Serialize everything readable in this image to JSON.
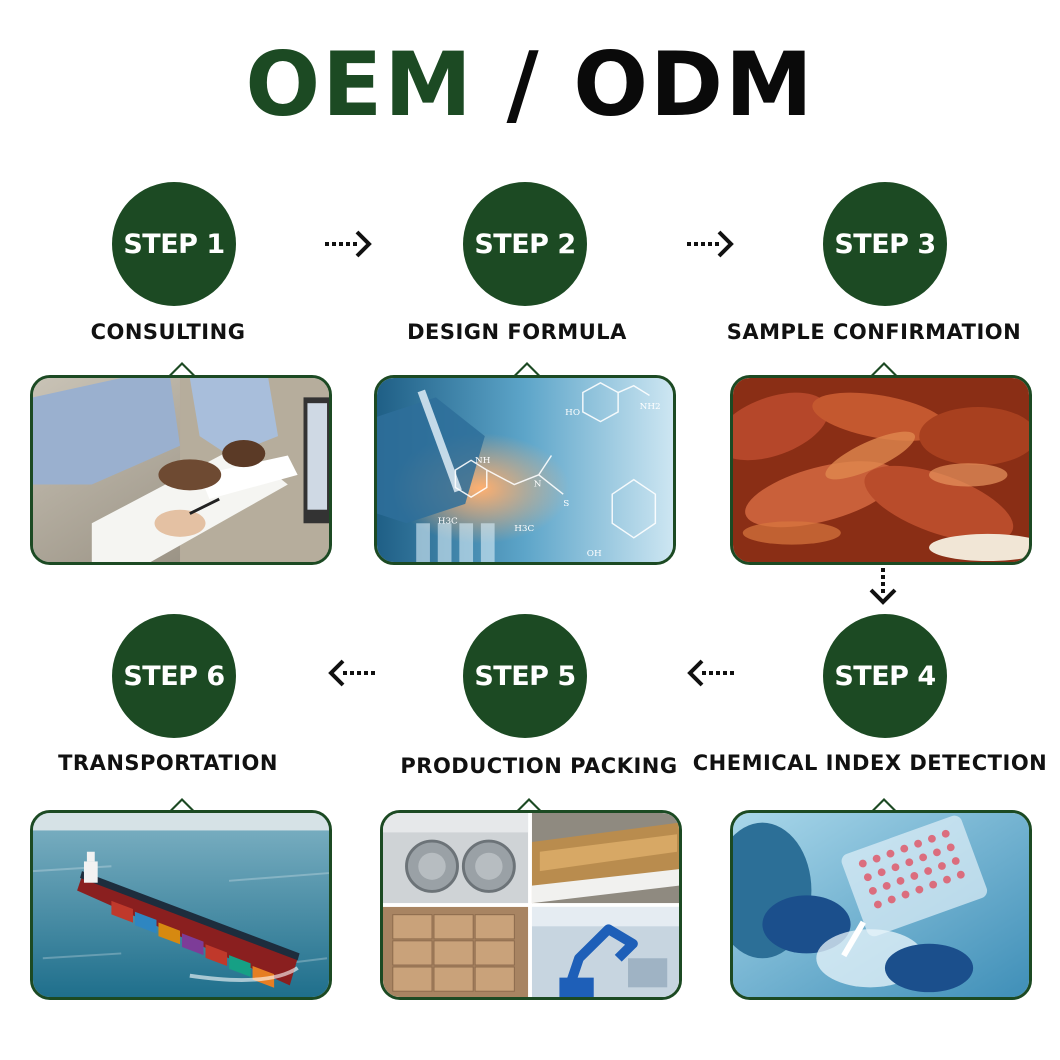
{
  "title": {
    "part1": "OEM",
    "separator": " / ",
    "part2": "ODM"
  },
  "steps": [
    {
      "badge": "STEP 1",
      "label": "CONSULTING",
      "image": "document-signing-photo"
    },
    {
      "badge": "STEP 2",
      "label": "DESIGN FORMULA",
      "image": "lab-chemistry-photo"
    },
    {
      "badge": "STEP 3",
      "label": "SAMPLE CONFIRMATION",
      "image": "meat-sample-photo"
    },
    {
      "badge": "STEP 4",
      "label": "CHEMICAL INDEX DETECTION",
      "image": "lab-testing-photo"
    },
    {
      "badge": "STEP 5",
      "label": "PRODUCTION PACKING",
      "image": "factory-collage-photo"
    },
    {
      "badge": "STEP 6",
      "label": "TRANSPORTATION",
      "image": "cargo-ship-photo"
    }
  ],
  "formula_text": {
    "ho": "HO",
    "nh2": "NH2",
    "nh": "NH",
    "h3c_left": "H3C",
    "h3c_right": "H3C",
    "oh": "OH",
    "s": "S",
    "n": "N"
  },
  "colors": {
    "brand_green": "#1c4a23",
    "text_dark": "#111111",
    "background": "#ffffff"
  },
  "arrows": [
    "dotted-arrow-right",
    "dotted-arrow-right",
    "dotted-arrow-down",
    "dotted-arrow-left",
    "dotted-arrow-left"
  ]
}
